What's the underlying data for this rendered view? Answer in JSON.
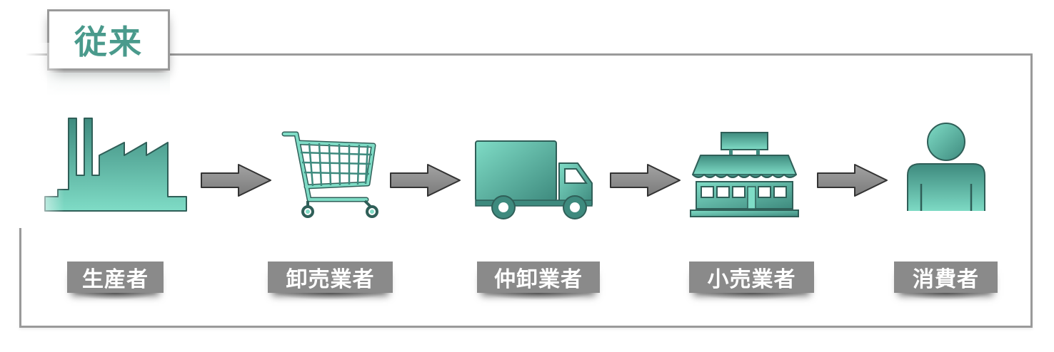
{
  "title": "従来",
  "colors": {
    "teal_light": "#7fdcc6",
    "teal_dark": "#3e8a7e",
    "label_bg": "#8a8a8a",
    "arrow": "#8d8d8d",
    "frame": "#9a9a9a"
  },
  "steps": [
    {
      "label": "生産者",
      "icon": "factory-icon"
    },
    {
      "label": "卸売業者",
      "icon": "shopping-cart-icon"
    },
    {
      "label": "仲卸業者",
      "icon": "truck-icon"
    },
    {
      "label": "小売業者",
      "icon": "store-icon"
    },
    {
      "label": "消費者",
      "icon": "person-icon"
    }
  ]
}
